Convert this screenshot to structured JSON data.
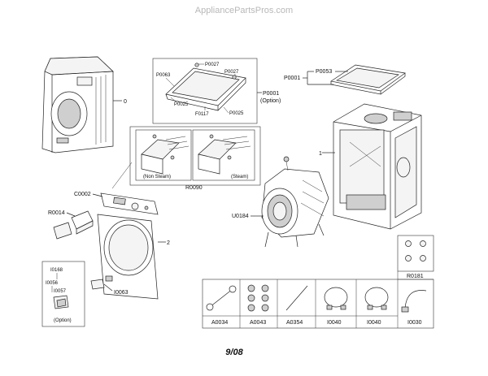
{
  "watermark": "AppliancePartsPros.com",
  "page_number": "9/08",
  "labels": {
    "dryer_cabinet": "0",
    "top_p0027_a": "P0027",
    "top_p0027_b": "P0027",
    "top_p0063": "P0063",
    "top_p0025_a": "P0025",
    "top_p0025_b": "P0025",
    "top_f0117": "F0117",
    "top_p0001": "P0001",
    "top_option": "(Option)",
    "right_p0001": "P0001",
    "right_p0053": "P0053",
    "cabinet_frame": "1",
    "non_steam": "(Non Steam)",
    "steam": "(Steam)",
    "r0090": "R0090",
    "c0002": "C0002",
    "r0014": "R0014",
    "u0184": "U0184",
    "door": "2",
    "i0063": "I0063",
    "opt_i0168": "I0168",
    "opt_i0056": "I0056",
    "opt_i0057": "I0057",
    "opt_option": "(Option)",
    "r0181": "R0181",
    "a0034": "A0034",
    "a0043": "A0043",
    "a0354": "A0354",
    "i0040_a": "I0040",
    "i0040_b": "I0040",
    "i0030": "I0030"
  }
}
